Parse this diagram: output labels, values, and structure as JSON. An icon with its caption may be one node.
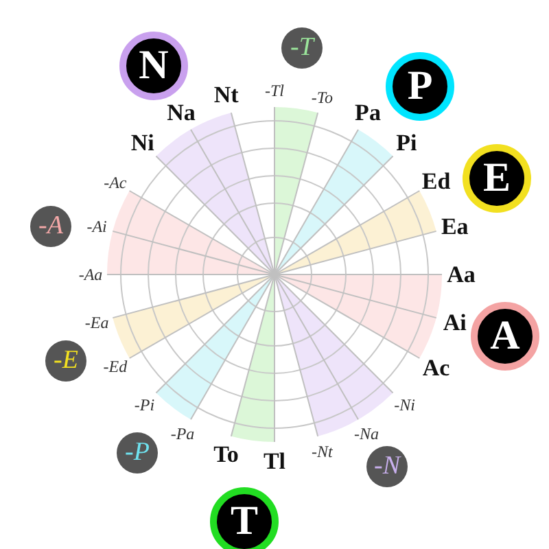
{
  "diagram": {
    "nodes": [
      {
        "text": [
          "N"
        ]
      },
      {
        "text": [
          "-T"
        ]
      },
      {
        "text": [
          "P"
        ]
      },
      {
        "text": [
          "E"
        ]
      },
      {
        "text": [
          "-A"
        ]
      },
      {
        "text": [
          "A"
        ]
      },
      {
        "text": [
          "-E"
        ]
      },
      {
        "text": [
          "-P"
        ]
      },
      {
        "text": [
          "-N"
        ]
      },
      {
        "text": [
          "T"
        ]
      }
    ],
    "labels": [
      "-Tl",
      "-To",
      "Nt",
      "Na",
      "Pa",
      "Ni",
      "Pi",
      "Ed",
      "-Ac",
      "-Ai",
      "Ea",
      "-Aa",
      "Aa",
      "-Ea",
      "Ai",
      "-Ed",
      "Ac",
      "-Pi",
      "-Ni",
      "-Pa",
      "-Na",
      "To",
      "Tl",
      "-Nt"
    ]
  }
}
